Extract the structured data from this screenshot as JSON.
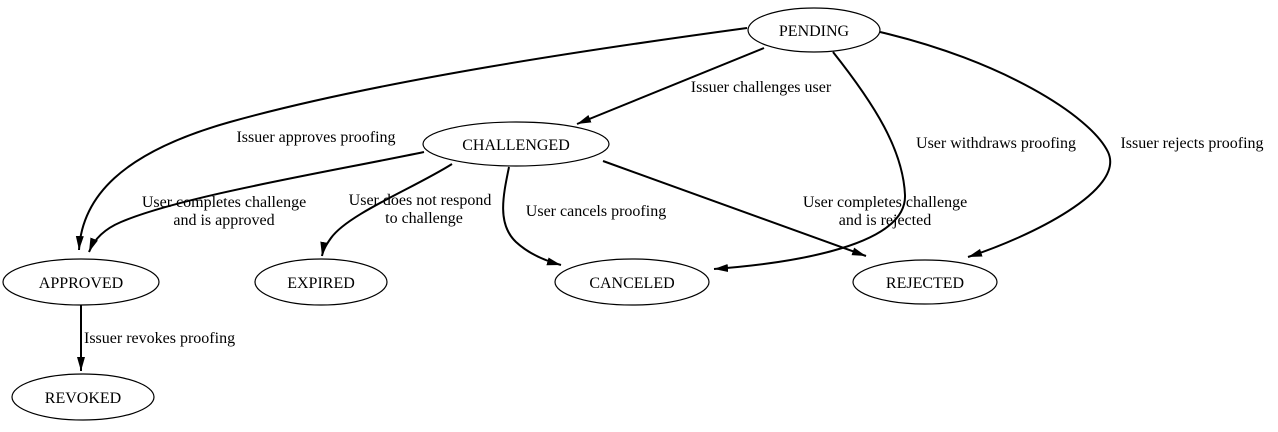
{
  "diagram": {
    "type": "state-machine",
    "colors": {
      "background": "#ffffff",
      "node_fill": "#ffffff",
      "node_stroke": "#000000",
      "edge_stroke": "#000000",
      "text": "#000000"
    },
    "nodes": {
      "pending": {
        "label": "PENDING"
      },
      "challenged": {
        "label": "CHALLENGED"
      },
      "approved": {
        "label": "APPROVED"
      },
      "expired": {
        "label": "EXPIRED"
      },
      "canceled": {
        "label": "CANCELED"
      },
      "rejected": {
        "label": "REJECTED"
      },
      "revoked": {
        "label": "REVOKED"
      }
    },
    "edges": {
      "pending_challenged": {
        "from": "PENDING",
        "to": "CHALLENGED",
        "label": "Issuer challenges user"
      },
      "pending_approved": {
        "from": "PENDING",
        "to": "APPROVED",
        "label": "Issuer approves proofing"
      },
      "pending_canceled": {
        "from": "PENDING",
        "to": "CANCELED",
        "label": "User withdraws proofing"
      },
      "pending_rejected": {
        "from": "PENDING",
        "to": "REJECTED",
        "label": "Issuer rejects proofing"
      },
      "challenged_approved": {
        "from": "CHALLENGED",
        "to": "APPROVED",
        "label_line1": "User completes challenge",
        "label_line2": "and is approved"
      },
      "challenged_expired": {
        "from": "CHALLENGED",
        "to": "EXPIRED",
        "label_line1": "User does not respond",
        "label_line2": "to challenge"
      },
      "challenged_canceled": {
        "from": "CHALLENGED",
        "to": "CANCELED",
        "label": "User cancels proofing"
      },
      "challenged_rejected": {
        "from": "CHALLENGED",
        "to": "REJECTED",
        "label_line1": "User completes challenge",
        "label_line2": "and is rejected"
      },
      "approved_revoked": {
        "from": "APPROVED",
        "to": "REVOKED",
        "label": "Issuer revokes proofing"
      }
    }
  }
}
